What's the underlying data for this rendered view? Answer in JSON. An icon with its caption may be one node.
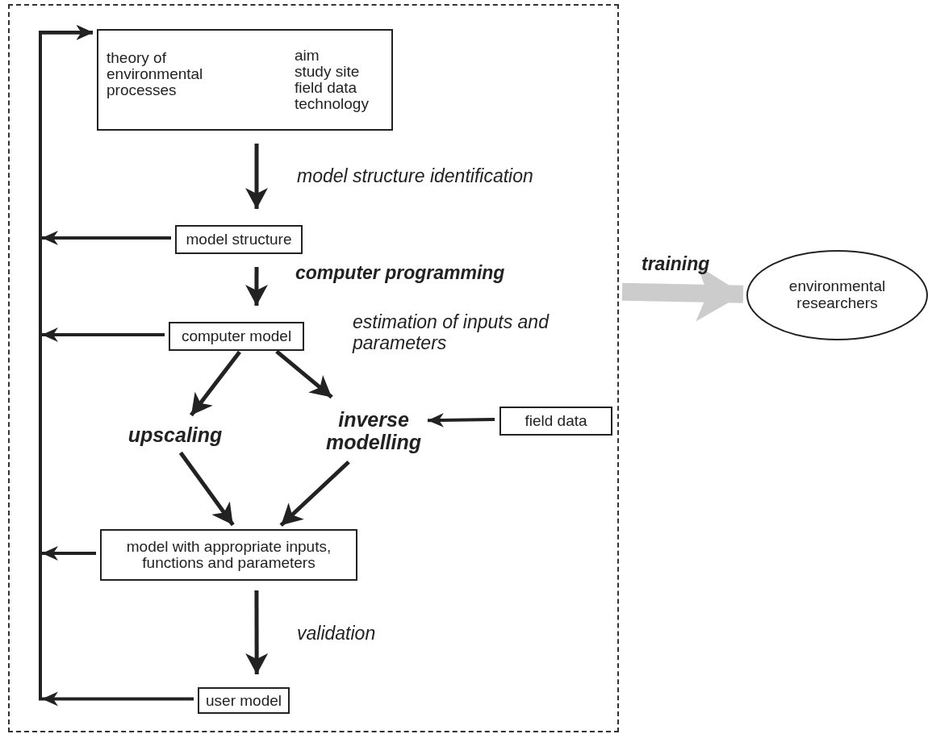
{
  "diagram": {
    "nodes": [
      {
        "text": [],
        "shape": "box"
      },
      {
        "text": [
          "theory of environmental processes",
          "aim study site field data technology"
        ],
        "in": 0
      },
      {
        "text": [
          "model structure"
        ],
        "in": 0
      },
      {
        "text": [
          "computer model"
        ],
        "in": 0
      },
      {
        "text": [
          "upscaling"
        ],
        "in": 0
      },
      {
        "text": [
          "inverse modelling"
        ],
        "in": 0
      },
      {
        "text": [
          "field data"
        ],
        "in": 0
      },
      {
        "text": [
          "model with appropriate inputs, functions and parameters"
        ],
        "in": 0
      },
      {
        "text": [
          "user model"
        ],
        "in": 0
      },
      {
        "text": [
          "environmental researchers"
        ]
      }
    ],
    "edges": [
      {
        "from": 1,
        "to": 2,
        "arrow": "to",
        "label": "model structure identification"
      },
      {
        "from": 2,
        "to": 3,
        "arrow": "to",
        "label": "computer programming"
      },
      {
        "from": 3,
        "to": 4,
        "arrow": "to"
      },
      {
        "from": 3,
        "to": 5,
        "arrow": "to",
        "label": "estimation of inputs and parameters"
      },
      {
        "from": 6,
        "to": 5,
        "arrow": "to"
      },
      {
        "from": 4,
        "to": 7,
        "arrow": "to"
      },
      {
        "from": 5,
        "to": 7,
        "arrow": "to"
      },
      {
        "from": 7,
        "to": 8,
        "arrow": "to",
        "label": "validation"
      },
      {
        "from": 2,
        "to": 1,
        "arrow": "to"
      },
      {
        "from": 3,
        "to": 1,
        "arrow": "to"
      },
      {
        "from": 7,
        "to": 1,
        "arrow": "to"
      },
      {
        "from": 8,
        "to": 1,
        "arrow": "to"
      },
      {
        "from": 0,
        "to": 9,
        "arrow": "to",
        "label": "training",
        "style": "thick",
        "color": "#cccccc"
      }
    ]
  }
}
